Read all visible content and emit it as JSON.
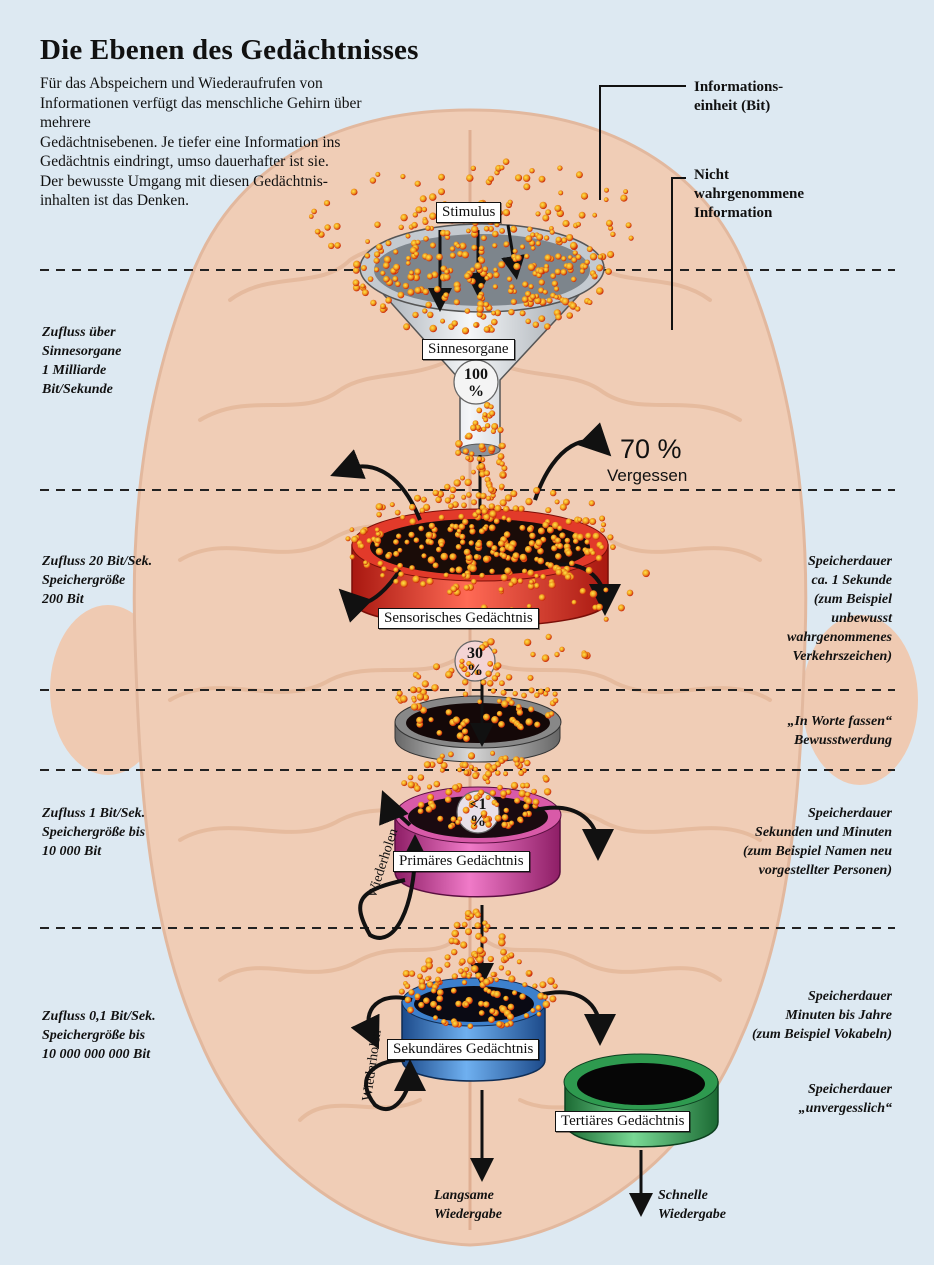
{
  "title": "Die Ebenen des Gedächtnisses",
  "intro_lines": [
    "Für das Abspeichern und Wiederaufrufen von",
    "Informationen verfügt das menschliche Gehirn über",
    "mehrere",
    "Gedächtnisebenen. Je tiefer eine Information ins",
    "Gedächtnis eindringt, umso dauerhafter ist sie.",
    "Der bewusste Umgang mit diesen Gedächtnis-",
    "inhalten ist das Denken."
  ],
  "callouts": {
    "bit_line1": "Informations-",
    "bit_line2": "einheit (Bit)",
    "nicht_line1": "Nicht",
    "nicht_line2": "wahrgenommene",
    "nicht_line3": "Information"
  },
  "boxes": {
    "stimulus": "Stimulus",
    "sinnesorgane": "Sinnesorgane",
    "sensorisch": "Sensorisches Gedächtnis",
    "primaer": "Primäres Gedächtnis",
    "sekundaer": "Sekundäres Gedächtnis",
    "tertiaer": "Tertiäres Gedächtnis"
  },
  "percentages": {
    "p100_a": "100",
    "p100_b": "%",
    "p30_a": "30",
    "p30_b": "%",
    "p1_a": "<1",
    "p1_b": "%",
    "forget_value": "70 %",
    "forget_label": "Vergessen"
  },
  "left_labels": {
    "l1": [
      "Zufluss über",
      "Sinnesorgane",
      "1 Milliarde",
      "Bit/Sekunde"
    ],
    "l2": [
      "Zufluss 20 Bit/Sek.",
      "Speichergröße",
      "200 Bit"
    ],
    "l3": [
      "Zufluss 1 Bit/Sek.",
      "Speichergröße bis",
      "10 000 Bit"
    ],
    "l4": [
      "Zufluss 0,1 Bit/Sek.",
      "Speichergröße bis",
      "10 000 000 000 Bit"
    ]
  },
  "right_labels": {
    "r1": [
      "Speicherdauer",
      "ca. 1 Sekunde",
      "(zum Beispiel",
      "unbewusst",
      "wahrgenommenes",
      "Verkehrszeichen)"
    ],
    "r2": [
      "„In Worte fassen“",
      "Bewusstwerdung"
    ],
    "r3": [
      "Speicherdauer",
      "Sekunden und Minuten",
      "(zum Beispiel Namen neu",
      "vorgestellter Personen)"
    ],
    "r4": [
      "Speicherdauer",
      "Minuten bis Jahre",
      "(zum Beispiel  Vokabeln)"
    ],
    "r5": [
      "Speicherdauer",
      "„unvergesslich“"
    ]
  },
  "wiederholen": "Wiederholen",
  "outputs": {
    "slow": [
      "Langsame",
      "Wiedergabe"
    ],
    "fast": [
      "Schnelle",
      "Wiedergabe"
    ]
  },
  "colors": {
    "background": "#dde9f2",
    "brain": "#f0cdb6",
    "brain_outline": "#e2b89e",
    "sensory": "#d62a1e",
    "primary": "#c2348f",
    "secondary": "#2b69b8",
    "tertiary": "#2e9a4f",
    "bit_dot": "#f0a020",
    "bit_dot_core": "#c8200a"
  }
}
